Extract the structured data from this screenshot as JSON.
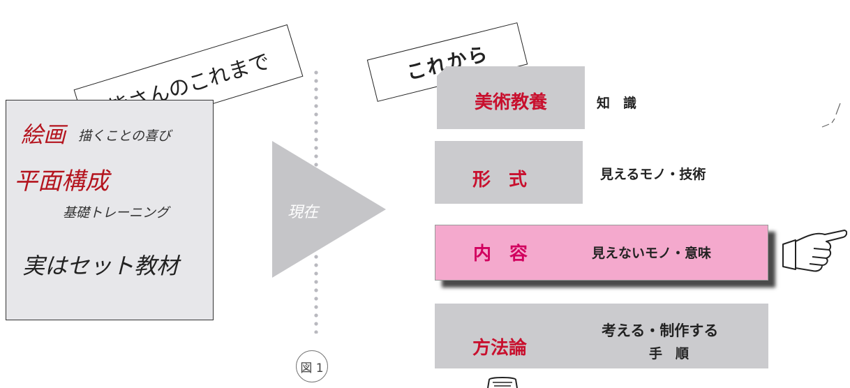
{
  "left_tag": "皆さんのこれまで",
  "left_panel": {
    "line1_main": "絵画",
    "line1_sub": "描くことの喜び",
    "line2_main": "平面構成",
    "line3": "基礎トレーニング",
    "line4": "実はセット教材"
  },
  "arrow_label": "現在",
  "right_tag": "これから",
  "rows": [
    {
      "title": "美術教養",
      "desc": "知　識"
    },
    {
      "title": "形　式",
      "desc": "見えるモノ・技術"
    },
    {
      "title": "内　容",
      "desc": "見えないモノ・意味"
    },
    {
      "title": "方法論",
      "desc_line1": "考える・制作する",
      "desc_line2": "手　順"
    }
  ],
  "figure_label": "図 1",
  "colors": {
    "highlight_row": "#f4a9cd",
    "gray_row": "#cbcbce",
    "title_red": "#c8102e",
    "content_title": "#d1005e"
  }
}
